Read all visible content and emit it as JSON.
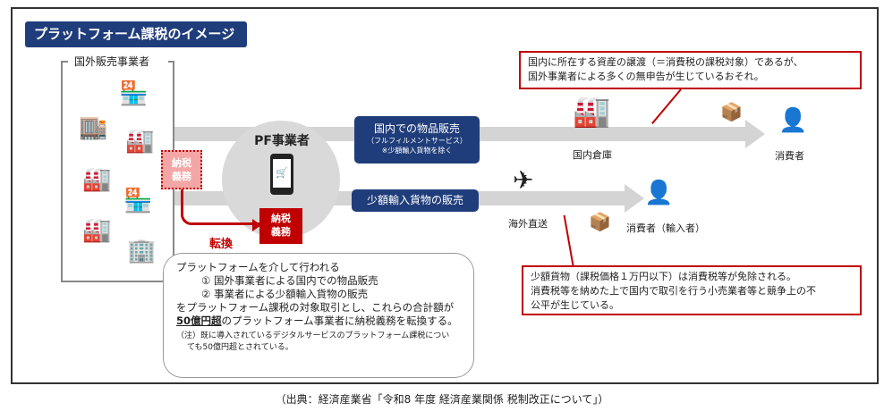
{
  "title": "プラットフォーム課税のイメージ",
  "sellers_label": "国外販売事業者",
  "pf_label": "PF事業者",
  "tax_duty_left": [
    "納税",
    "義務"
  ],
  "tax_duty_pf": [
    "納税",
    "義務"
  ],
  "conversion_label": "転換",
  "domestic_sales": {
    "title": "国内での物品販売",
    "sub1": "（フルフィルメントサービス）",
    "sub2": "※少額輸入貨物を除く"
  },
  "small_import_sales": "少額輸入貨物の販売",
  "warehouse_label": "国内倉庫",
  "direct_ship_label": "海外直送",
  "consumer_label": "消費者",
  "consumer_importer_label": "消費者（輸入者）",
  "note_top": [
    "国内に所在する資産の譲渡（＝消費税の課税対象）であるが、",
    "国外事業者による多くの無申告が生じているおそれ。"
  ],
  "note_bottom": [
    "少額貨物（課税価格１万円以下）は消費税等が免除される。",
    "消費税等を納めた上で国内で取引を行う小売業者等と競争上の不",
    "公平が生じている。"
  ],
  "bubble": {
    "line1": "プラットフォームを介して行われる",
    "item1": "① 国外事業者による国内での物品販売",
    "item2": "② 事業者による少額輸入貨物の販売",
    "line2": "をプラットフォーム課税の対象取引とし、これらの合計額が",
    "line3_bold": "50億円超",
    "line3_rest": "のプラットフォーム事業者に納税義務を転換する。",
    "note1": "（注）既に導入されているデジタルサービスのプラットフォーム課税につい",
    "note2": "ても50億円超とされている。"
  },
  "caption": "（出典：経済産業省「令和8 年度 経済産業関係 税制改正について」）"
}
